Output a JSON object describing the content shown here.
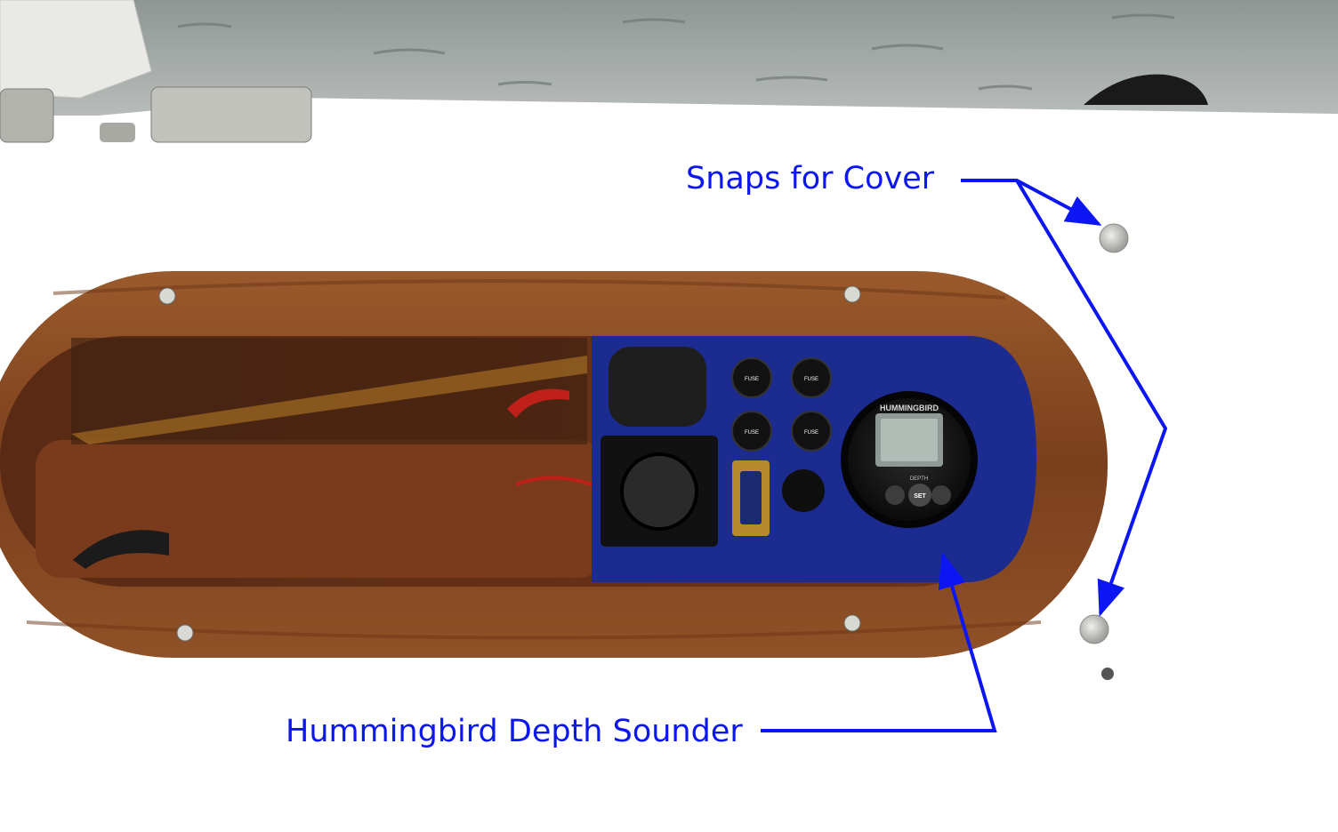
{
  "annotations": {
    "snaps_for_cover": "Snaps for Cover",
    "depth_sounder": "Hummingbird Depth Sounder"
  },
  "device": {
    "brand": "HUMMINGBIRD",
    "mode_label": "DEPTH",
    "set_button": "SET"
  },
  "fuse_label": "FUSE",
  "colors": {
    "annotation": "#0b16f2",
    "teak": "#8a4a22",
    "panel": "#1c2b8f",
    "deck": "#ffffff",
    "water": "#9aa1a0"
  }
}
